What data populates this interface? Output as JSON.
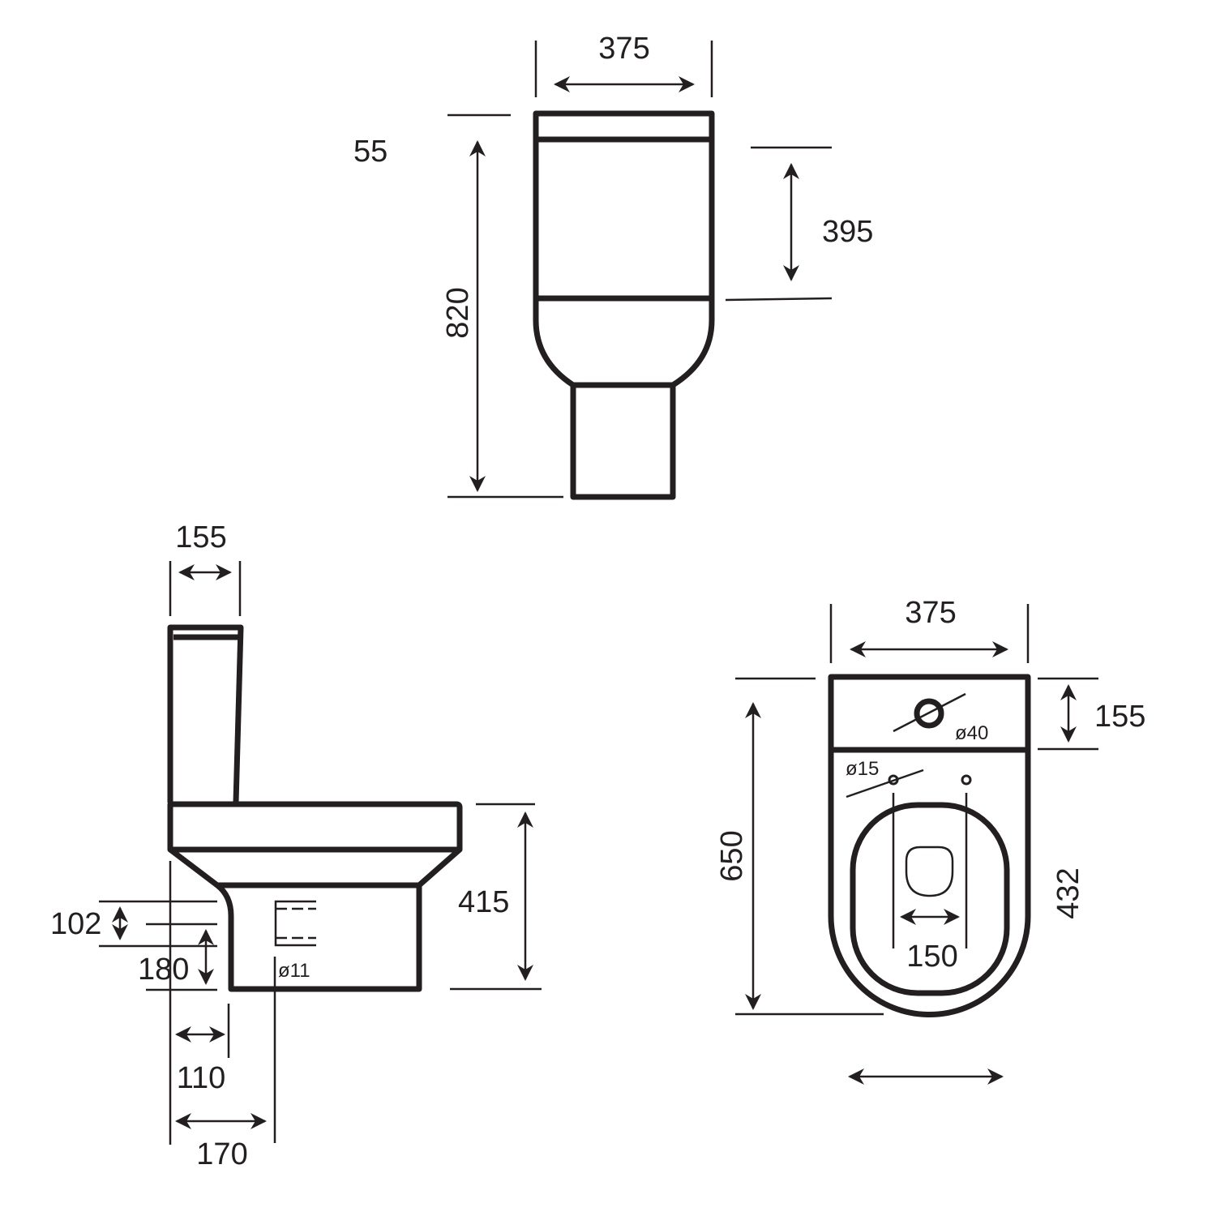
{
  "front_view": {
    "width": "375",
    "height": "820",
    "cistern_height": "395",
    "partial_label": "55"
  },
  "side_view": {
    "cistern_depth": "155",
    "pan_height": "415",
    "d1": "102",
    "d2": "180",
    "waste_dia": "ø11",
    "d3": "110",
    "d4": "170"
  },
  "top_view": {
    "width": "375",
    "length": "650",
    "cistern_depth": "155",
    "flush_hole": "ø40",
    "fixing_hole": "ø15",
    "seat_length": "432",
    "fixing_centres": "150"
  },
  "colors": {
    "line": "#231f20",
    "background": "#ffffff"
  }
}
